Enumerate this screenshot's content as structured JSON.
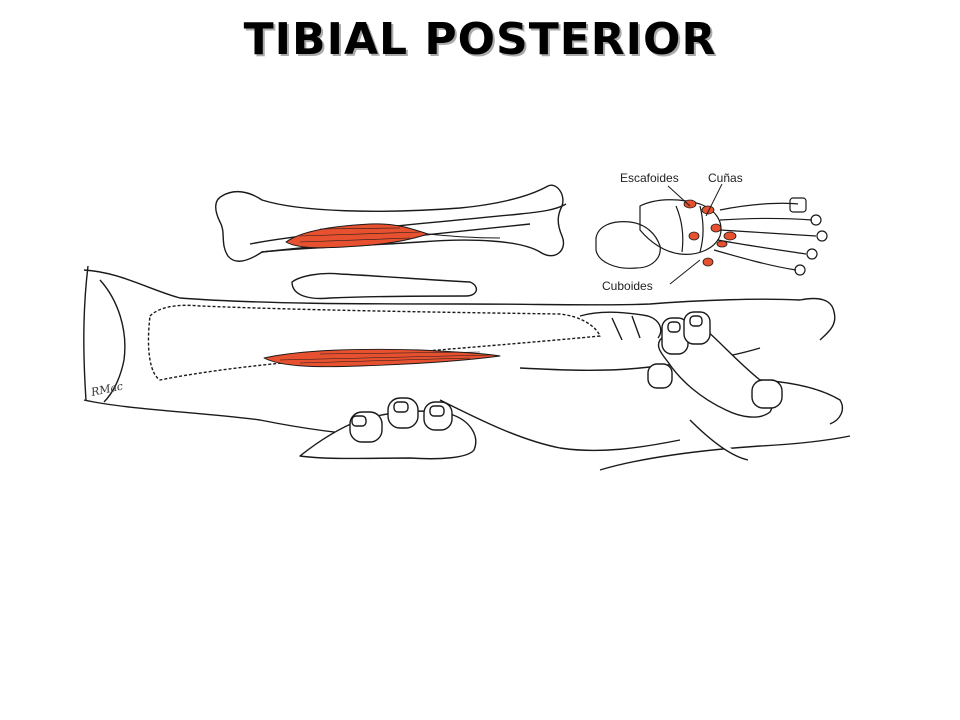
{
  "title": "TIBIAL POSTERIOR",
  "labels": {
    "navicular": "Escafoides",
    "cuneiforms": "Cuñas",
    "cuboid": "Cuboides"
  },
  "colors": {
    "muscle": "#e8512f",
    "line": "#1a1a1a",
    "background": "#ffffff"
  }
}
